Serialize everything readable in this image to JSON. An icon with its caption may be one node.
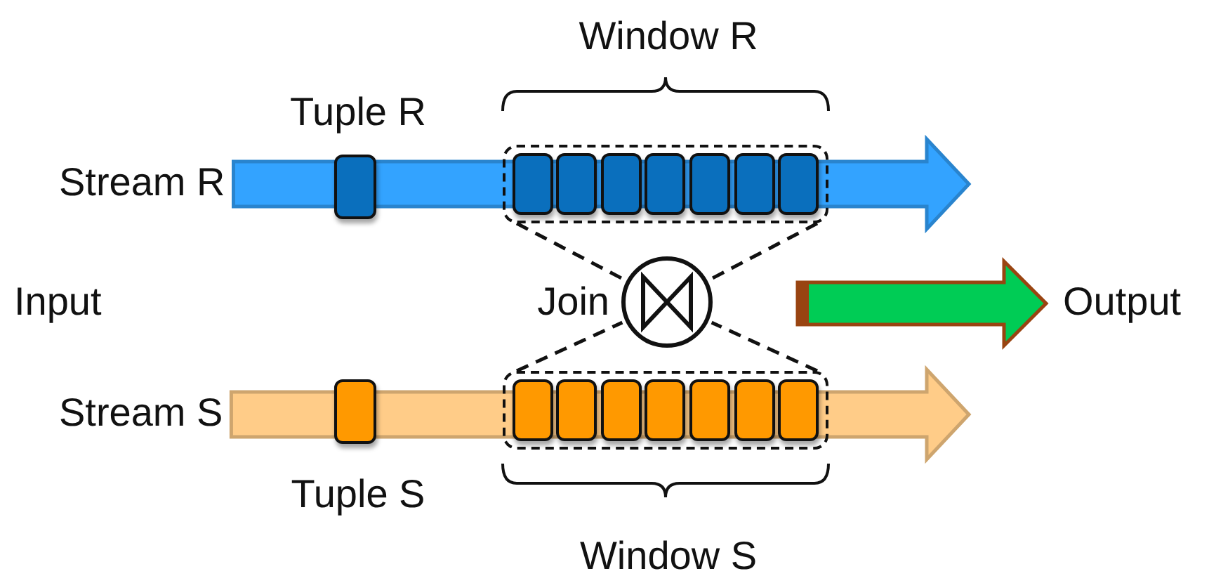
{
  "diagram": {
    "nodes": [
      {
        "text": [
          "Stream R"
        ]
      },
      {
        "text": [
          "Tuple R"
        ]
      },
      {
        "text": [
          "Window R"
        ]
      },
      {
        "text": [],
        "shape": "box",
        "in": 2
      },
      {
        "text": [],
        "shape": "box",
        "in": 2
      },
      {
        "text": [],
        "shape": "box",
        "in": 2
      },
      {
        "text": [],
        "shape": "box",
        "in": 2
      },
      {
        "text": [],
        "shape": "box",
        "in": 2
      },
      {
        "text": [],
        "shape": "box",
        "in": 2
      },
      {
        "text": [],
        "shape": "box",
        "in": 2
      },
      {
        "text": [],
        "shape": "circle",
        "beside": [
          "Join"
        ]
      },
      {
        "text": [
          "Stream S"
        ]
      },
      {
        "text": [
          "Tuple S"
        ]
      },
      {
        "text": [
          "Window S"
        ]
      },
      {
        "text": [],
        "shape": "box",
        "in": 13
      },
      {
        "text": [],
        "shape": "box",
        "in": 13
      },
      {
        "text": [],
        "shape": "box",
        "in": 13
      },
      {
        "text": [],
        "shape": "box",
        "in": 13
      },
      {
        "text": [],
        "shape": "box",
        "in": 13
      },
      {
        "text": [],
        "shape": "box",
        "in": 13
      },
      {
        "text": [],
        "shape": "box",
        "in": 13
      },
      {
        "text": [
          "Output"
        ]
      }
    ],
    "edges": [
      {
        "from": 0,
        "to": null,
        "arrow": "to",
        "style": "thick",
        "color": "#33a3ff"
      },
      {
        "from": 11,
        "to": null,
        "arrow": "to",
        "style": "thick",
        "color": "#ffcc88"
      },
      {
        "from": 2,
        "to": 10,
        "arrow": "none",
        "style": "dashed"
      },
      {
        "from": 2,
        "to": 10,
        "arrow": "none",
        "style": "dashed"
      },
      {
        "from": 13,
        "to": 10,
        "arrow": "none",
        "style": "dashed"
      },
      {
        "from": 13,
        "to": 10,
        "arrow": "none",
        "style": "dashed"
      },
      {
        "from": null,
        "to": 21,
        "arrow": "to",
        "style": "thick",
        "color": "#00cc55"
      }
    ],
    "labels": [
      "Input"
    ]
  }
}
